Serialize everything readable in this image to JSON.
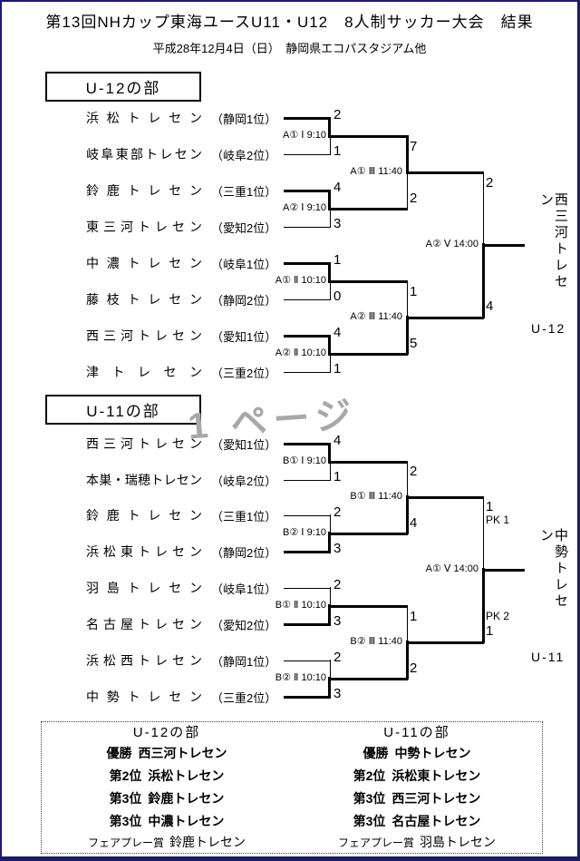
{
  "page": {
    "title": "第13回NHカップ東海ユースU11・U12　8人制サッカー大会　結果",
    "subtitle": "平成28年12月4日（日）　静岡県エコパスタジアム他",
    "watermark": "1 ページ"
  },
  "u12": {
    "section": "U-12の部",
    "division": "U-12",
    "champion": "西三河トレセン",
    "teams": [
      {
        "name": "浜松トレセン",
        "seed": "（静岡1位）",
        "score": "2"
      },
      {
        "name": "岐阜東部トレセン",
        "seed": "（岐阜2位）",
        "score": "1"
      },
      {
        "name": "鈴鹿トレセン",
        "seed": "（三重1位）",
        "score": "4"
      },
      {
        "name": "東三河トレセン",
        "seed": "（愛知2位）",
        "score": "3"
      },
      {
        "name": "中濃トレセン",
        "seed": "（岐阜1位）",
        "score": "1"
      },
      {
        "name": "藤枝トレセン",
        "seed": "（静岡2位）",
        "score": "0"
      },
      {
        "name": "西三河トレセン",
        "seed": "（愛知1位）",
        "score": "4"
      },
      {
        "name": "津トレセン",
        "seed": "（三重2位）",
        "score": "1"
      }
    ],
    "round1": [
      {
        "label": "A① Ⅰ 9:10"
      },
      {
        "label": "A② Ⅰ 9:10"
      },
      {
        "label": "A① Ⅱ 10:10"
      },
      {
        "label": "A② Ⅱ 10:10"
      }
    ],
    "semifinals": [
      {
        "label": "A① Ⅲ 11:40",
        "top_score": "7",
        "bottom_score": "2"
      },
      {
        "label": "A② Ⅲ 11:40",
        "top_score": "1",
        "bottom_score": "5"
      }
    ],
    "final": {
      "label": "A② Ⅴ 14:00",
      "top_score": "2",
      "bottom_score": "4"
    }
  },
  "u11": {
    "section": "U-11の部",
    "division": "U-11",
    "champion": "中勢トレセン",
    "teams": [
      {
        "name": "西三河トレセン",
        "seed": "（愛知1位）",
        "score": "4"
      },
      {
        "name": "本巣・瑞穂トレセン",
        "seed": "（岐阜2位）",
        "score": "1"
      },
      {
        "name": "鈴鹿トレセン",
        "seed": "（三重1位）",
        "score": "2"
      },
      {
        "name": "浜松東トレセン",
        "seed": "（静岡2位）",
        "score": "3"
      },
      {
        "name": "羽島トレセン",
        "seed": "（岐阜1位）",
        "score": "2"
      },
      {
        "name": "名古屋トレセン",
        "seed": "（愛知2位）",
        "score": "3"
      },
      {
        "name": "浜松西トレセン",
        "seed": "（静岡1位）",
        "score": "2"
      },
      {
        "name": "中勢トレセン",
        "seed": "（三重2位）",
        "score": "3"
      }
    ],
    "round1": [
      {
        "label": "B① Ⅰ 9:10"
      },
      {
        "label": "B② Ⅰ 9:10"
      },
      {
        "label": "B① Ⅱ 10:10"
      },
      {
        "label": "B② Ⅱ 10:10"
      }
    ],
    "semifinals": [
      {
        "label": "B① Ⅲ 11:40",
        "top_score": "2",
        "bottom_score": "4"
      },
      {
        "label": "B② Ⅲ 11:40",
        "top_score": "1",
        "bottom_score": "2"
      }
    ],
    "final": {
      "label": "A① Ⅴ 14:00",
      "top_score": "1",
      "top_pk": "PK 1",
      "bottom_score": "1",
      "bottom_pk": "PK 2"
    }
  },
  "results": {
    "u12": {
      "header": "U-12の部",
      "rows": [
        {
          "rank": "優勝",
          "team": "西三河トレセン"
        },
        {
          "rank": "第2位",
          "team": "浜松トレセン"
        },
        {
          "rank": "第3位",
          "team": "鈴鹿トレセン"
        },
        {
          "rank": "第3位",
          "team": "中濃トレセン"
        }
      ],
      "fairplay": {
        "rank": "フェアプレー賞",
        "team": "鈴鹿トレセン"
      }
    },
    "u11": {
      "header": "U-11の部",
      "rows": [
        {
          "rank": "優勝",
          "team": "中勢トレセン"
        },
        {
          "rank": "第2位",
          "team": "浜松東トレセン"
        },
        {
          "rank": "第3位",
          "team": "西三河トレセン"
        },
        {
          "rank": "第3位",
          "team": "名古屋トレセン"
        }
      ],
      "fairplay": {
        "rank": "フェアプレー賞",
        "team": "羽島トレセン"
      }
    }
  }
}
